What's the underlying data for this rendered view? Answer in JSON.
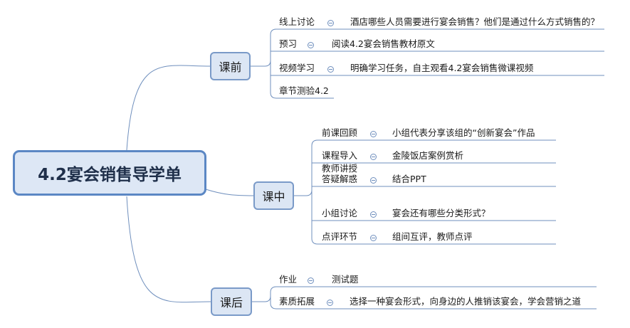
{
  "root": {
    "label": "4.2宴会销售导学单"
  },
  "branches": [
    {
      "label": "课前",
      "topics": [
        {
          "label": "线上讨论",
          "detail": "酒店哪些人员需要进行宴会销售？他们是通过什么方式销售的？",
          "collapsible": true
        },
        {
          "label": "预习",
          "detail": "阅读4.2宴会销售教材原文",
          "collapsible": true
        },
        {
          "label": "视频学习",
          "detail": "明确学习任务，自主观看4.2宴会销售微课视频",
          "collapsible": true
        },
        {
          "label": "章节测验4.2",
          "detail": "",
          "collapsible": false
        }
      ]
    },
    {
      "label": "课中",
      "topics": [
        {
          "label": "前课回顾",
          "detail": "小组代表分享该组的“创新宴会”作品",
          "collapsible": true
        },
        {
          "label": "课程导入",
          "detail": "金陵饭店案例赏析",
          "collapsible": true
        },
        {
          "label": "教师讲授\n答疑解惑",
          "detail": "结合PPT",
          "collapsible": true
        },
        {
          "label": "小组讨论",
          "detail": "宴会还有哪些分类形式？",
          "collapsible": true
        },
        {
          "label": "点评环节",
          "detail": "组间互评，教师点评",
          "collapsible": true
        }
      ]
    },
    {
      "label": "课后",
      "topics": [
        {
          "label": "作业",
          "detail": "测试题",
          "collapsible": true
        },
        {
          "label": "素质拓展",
          "detail": "选择一种宴会形式，向身边的人推销该宴会，学会营销之道",
          "collapsible": true
        }
      ]
    }
  ],
  "colors": {
    "line": "#6f8fbd",
    "root_border": "#5b87c4",
    "root_fill": "#dde7f5",
    "branch_fill": "#dce6f4"
  }
}
